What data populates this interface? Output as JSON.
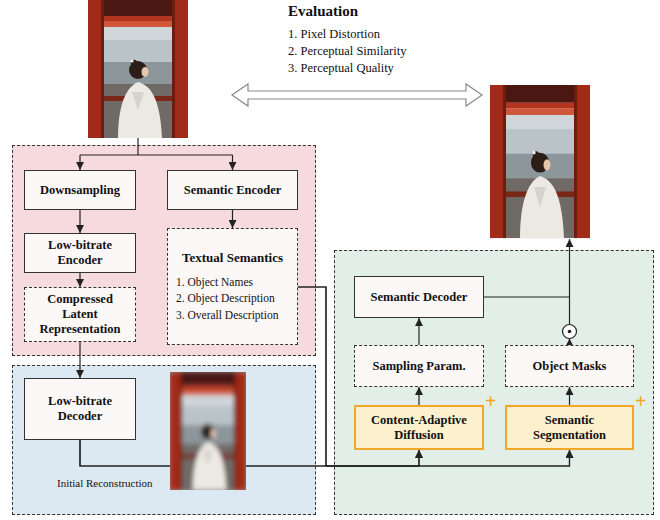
{
  "diagram": {
    "nodes": [
      {
        "text": []
      },
      {
        "text": [
          "Downsampling"
        ],
        "in": 0
      },
      {
        "text": [
          "Semantic Encoder"
        ],
        "in": 0
      },
      {
        "text": [
          "Low-bitrate Encoder"
        ],
        "in": 0
      },
      {
        "text": [
          "Compressed Latent Representation"
        ],
        "in": 0
      },
      {
        "text": [
          "Textual Semantics",
          "1. Object Names",
          "2. Object Description",
          "3. Overall Description"
        ],
        "in": 0
      },
      {
        "text": []
      },
      {
        "text": [
          "Low-bitrate Decoder"
        ],
        "in": 6
      },
      {
        "text": []
      },
      {
        "text": [
          "Semantic Decoder"
        ],
        "in": 8
      },
      {
        "text": [
          "Sampling Param."
        ],
        "in": 8
      },
      {
        "text": [
          "Object Masks"
        ],
        "in": 8
      },
      {
        "text": [
          "Content-Adaptive Diffusion"
        ],
        "in": 8
      },
      {
        "text": [
          "Semantic Segmentation"
        ],
        "in": 8
      }
    ],
    "edges": [
      {
        "from": 1,
        "to": 3,
        "arrow": "to"
      },
      {
        "from": 2,
        "to": 5,
        "arrow": "to"
      },
      {
        "from": 3,
        "to": 4,
        "arrow": "to"
      },
      {
        "from": 4,
        "to": 7,
        "arrow": "to"
      },
      {
        "from": 7,
        "to": 12,
        "arrow": "to"
      },
      {
        "from": 7,
        "to": 13,
        "arrow": "to"
      },
      {
        "from": 5,
        "to": 12,
        "arrow": "to"
      },
      {
        "from": 5,
        "to": 13,
        "arrow": "to"
      },
      {
        "from": 12,
        "to": 10,
        "arrow": "to"
      },
      {
        "from": 10,
        "to": 9,
        "arrow": "to"
      },
      {
        "from": 13,
        "to": 11,
        "arrow": "to"
      }
    ],
    "labels": [
      "Evaluation",
      "1. Pixel Distortion",
      "2. Perceptual Similarity",
      "3. Perceptual Quality",
      "Initial Reconstruction",
      "+",
      "+"
    ]
  }
}
